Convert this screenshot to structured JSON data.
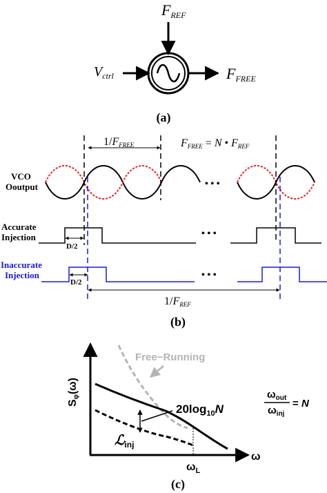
{
  "panel_a": {
    "caption": "(a)",
    "f_ref": {
      "main": "F",
      "sub": "REF"
    },
    "v_ctrl": {
      "main": "V",
      "sub": "ctrl"
    },
    "f_free": {
      "main": "F",
      "sub": "FREE"
    }
  },
  "panel_b": {
    "caption": "(b)",
    "period_free": {
      "prefix": "1/",
      "main": "F",
      "sub": "FREE"
    },
    "relation": {
      "lhs_main": "F",
      "lhs_sub": "FREE",
      "eq": " = ",
      "n": "N",
      "dot": " • ",
      "rhs_main": "F",
      "rhs_sub": "REF"
    },
    "vco_label_1": "VCO",
    "vco_label_2": "Ooutput",
    "accurate_1": "Accurate",
    "accurate_2": "Injection",
    "inaccurate_1": "Inaccurate",
    "inaccurate_2": "Injection",
    "d_half_1": "D/2",
    "d_half_2": "D/2",
    "ellipsis": "• • •",
    "period_ref": {
      "prefix": "1/",
      "main": "F",
      "sub": "REF"
    },
    "colors": {
      "vco_solid": "#000000",
      "vco_dashed": "#e8262a",
      "inaccurate": "#1a1adc",
      "dashed_line": "#1a1adc"
    }
  },
  "panel_c": {
    "caption": "(c)",
    "y_axis": {
      "main": "S",
      "sub": "φ",
      "tail": "(ω)"
    },
    "x_axis": "ω",
    "free_running": "Free−Running",
    "log_label": {
      "prefix": "20log",
      "sub": "10",
      "n": "N"
    },
    "l_inj": {
      "main": "ℒ",
      "sub": "inj"
    },
    "omega_l": {
      "main": "ω",
      "sub": "L"
    },
    "ratio": {
      "num_main": "ω",
      "num_sub": "out",
      "den_main": "ω",
      "den_sub": "inj",
      "eq": "= ",
      "n": "N"
    },
    "colors": {
      "free_running": "#b4b4b4"
    }
  }
}
